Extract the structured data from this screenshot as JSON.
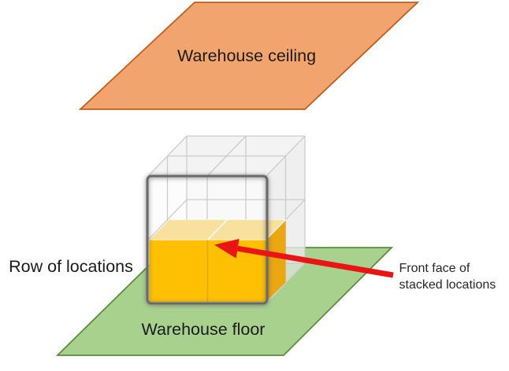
{
  "diagram": {
    "ceiling": {
      "label": "Warehouse ceiling"
    },
    "floor": {
      "label": "Warehouse floor"
    },
    "row": {
      "label": "Row of locations"
    },
    "annotation": {
      "line1": "Front face of",
      "line2": "stacked locations"
    }
  },
  "colors": {
    "ceiling_fill": "#F2A46F",
    "ceiling_stroke": "#BE5D1E",
    "floor_fill": "#A9D18E",
    "floor_stroke": "#5B8C3C",
    "box_front": "#FFC003",
    "box_top": "#F8E09E",
    "box_side": "#EAA711",
    "box_divider": "#E2A707",
    "glass_edge": "#C8C8C8",
    "highlight_stroke": "#6A6A6A",
    "arrow": "#EB1414",
    "label_text": "#1B1B1B",
    "annotation_text": "#262626"
  }
}
